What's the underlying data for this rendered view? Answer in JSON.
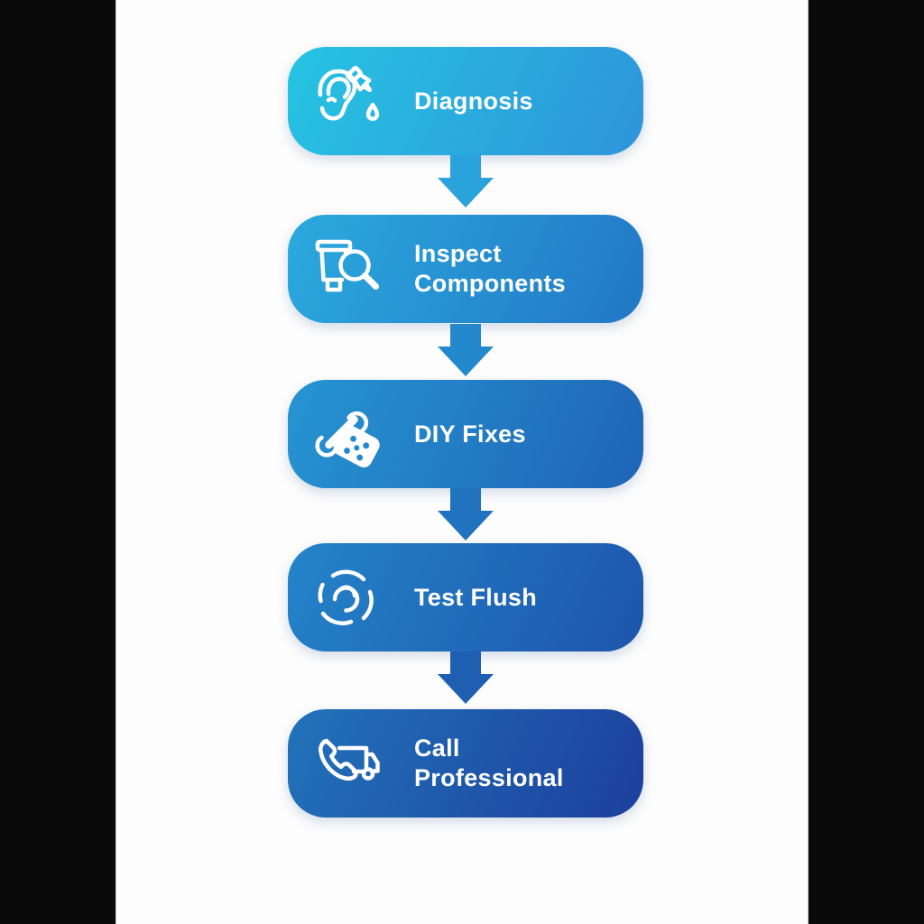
{
  "page": {
    "background": "#fdfdfd",
    "frame_color": "#0a0a0a",
    "text_color": "#ffffff"
  },
  "flowchart": {
    "type": "vertical-process-flow",
    "steps": [
      {
        "label": "Diagnosis",
        "icon": "ear-dropper-icon",
        "gradient_start": "#26c4e2",
        "gradient_end": "#2e94da"
      },
      {
        "label": "Inspect Components",
        "icon": "tank-magnifier-icon",
        "gradient_start": "#2baade",
        "gradient_end": "#2277c5"
      },
      {
        "label": "DIY Fixes",
        "icon": "wrench-sponge-icon",
        "gradient_start": "#2695d2",
        "gradient_end": "#1f64b6"
      },
      {
        "label": "Test Flush",
        "icon": "flush-swirl-icon",
        "gradient_start": "#2484c9",
        "gradient_end": "#1d55ab"
      },
      {
        "label": "Call Professional",
        "icon": "phone-truck-icon",
        "gradient_start": "#2273ba",
        "gradient_end": "#1c3f9d"
      }
    ],
    "connector_colors": [
      "#2aa2dc",
      "#2489cc",
      "#2172bf",
      "#1f5fb1"
    ]
  }
}
